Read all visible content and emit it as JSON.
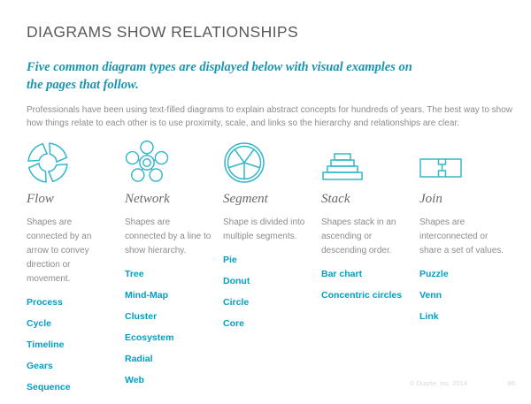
{
  "page": {
    "title": "DIAGRAMS SHOW RELATIONSHIPS",
    "subtitle": "Five common diagram types are displayed below with visual examples on the pages that follow.",
    "intro": "Professionals have been using text-filled diagrams to explain abstract concepts for hundreds of years. The best way to show how things relate to each other is to use proximity, scale, and links so the hierarchy and relationships are clear."
  },
  "columns": [
    {
      "icon": "flow-cycle-icon",
      "heading": "Flow",
      "description": "Shapes are connected by an arrow to convey direction or movement.",
      "links": [
        "Process",
        "Cycle",
        "Timeline",
        "Gears",
        "Sequence"
      ]
    },
    {
      "icon": "network-icon",
      "heading": "Network",
      "description": "Shapes are connected by a line to show hierarchy.",
      "links": [
        "Tree",
        "Mind-Map",
        "Cluster",
        "Ecosystem",
        "Radial",
        "Web"
      ]
    },
    {
      "icon": "segment-icon",
      "heading": "Segment",
      "description": "Shape is divided into multiple segments.",
      "links": [
        "Pie",
        "Donut",
        "Circle",
        "Core"
      ]
    },
    {
      "icon": "stack-icon",
      "heading": "Stack",
      "description": "Shapes stack in an ascending or descending order.",
      "links": [
        "Bar chart",
        "Concentric circles"
      ]
    },
    {
      "icon": "join-puzzle-icon",
      "heading": "Join",
      "description": "Shapes are interconnected or share a set of values.",
      "links": [
        "Puzzle",
        "Venn",
        "Link"
      ]
    }
  ],
  "footer": {
    "copyright": "© Duarte, Inc. 2014",
    "page_number": "86"
  },
  "colors": {
    "accent_teal": "#009fc6",
    "icon_teal": "#35b6c9",
    "subtitle_teal": "#1896b0",
    "title_gray": "#58595b",
    "body_gray": "#8a8c8e"
  }
}
